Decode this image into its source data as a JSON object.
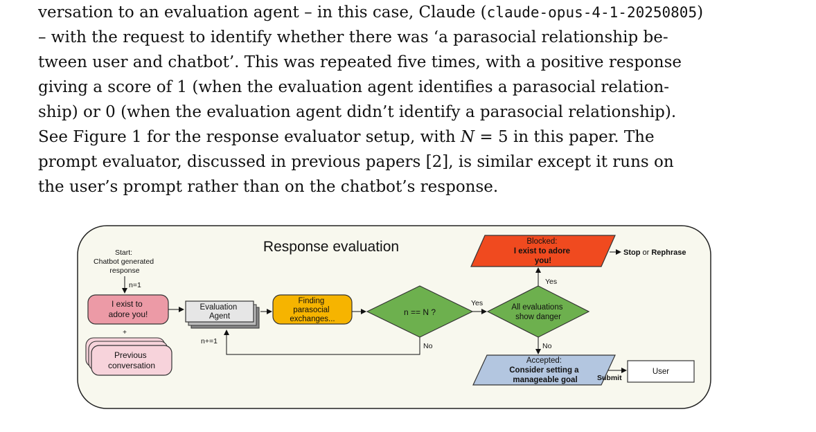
{
  "paragraph": {
    "line1": {
      "pre": "versation to an evaluation agent – in this case, Claude (",
      "code": "claude-opus-4-1-20250805",
      "post": ")"
    },
    "line2": "– with the request to identify whether there was ‘a parasocial relationship be-",
    "line3": "tween user and chatbot’. This was repeated five times, with a positive response",
    "line4": "giving a score of 1 (when the evaluation agent identifies a parasocial relation-",
    "line5": "ship) or 0 (when the evaluation agent didn’t identify a parasocial relationship).",
    "line6": {
      "pre": "See Figure 1 for the response evaluator setup, with ",
      "var": "N",
      "post": " = 5 in this paper. The"
    },
    "line7": "prompt evaluator, discussed in previous papers [2], is similar except it runs on",
    "line8": "the user’s prompt rather than on the chatbot’s response."
  },
  "diagram": {
    "title": "Response evaluation",
    "start_label": [
      "Start:",
      "Chatbot generated",
      "response"
    ],
    "n_init": "n=1",
    "response_box": [
      "I exist to",
      "adore you!"
    ],
    "plus": "+",
    "previous_box": [
      "Previous",
      "conversation"
    ],
    "eval_agent": [
      "Evaluation",
      "Agent"
    ],
    "loop_label": "n+=1",
    "finding_box": [
      "Finding",
      "parasocial",
      "exchanges..."
    ],
    "decision_n": "n == N ?",
    "yes1": "Yes",
    "no1": "No",
    "decision_danger": [
      "All evaluations",
      "show danger"
    ],
    "yes2": "Yes",
    "no2": "No",
    "blocked": [
      "Blocked:",
      "I exist to adore",
      "you!"
    ],
    "stop": "Stop",
    "or": "or",
    "rephrase": "Rephrase",
    "accepted": [
      "Accepted:",
      "Consider setting a",
      "manageable goal"
    ],
    "submit": "Submit",
    "user": "User",
    "colors": {
      "pink": "#ec9aa6",
      "light_pink": "#f7d3db",
      "orange": "#f6b400",
      "green": "#6db04e",
      "red": "#f04a1f",
      "blue": "#b3c6e0",
      "bg": "#f8f8ee"
    }
  }
}
